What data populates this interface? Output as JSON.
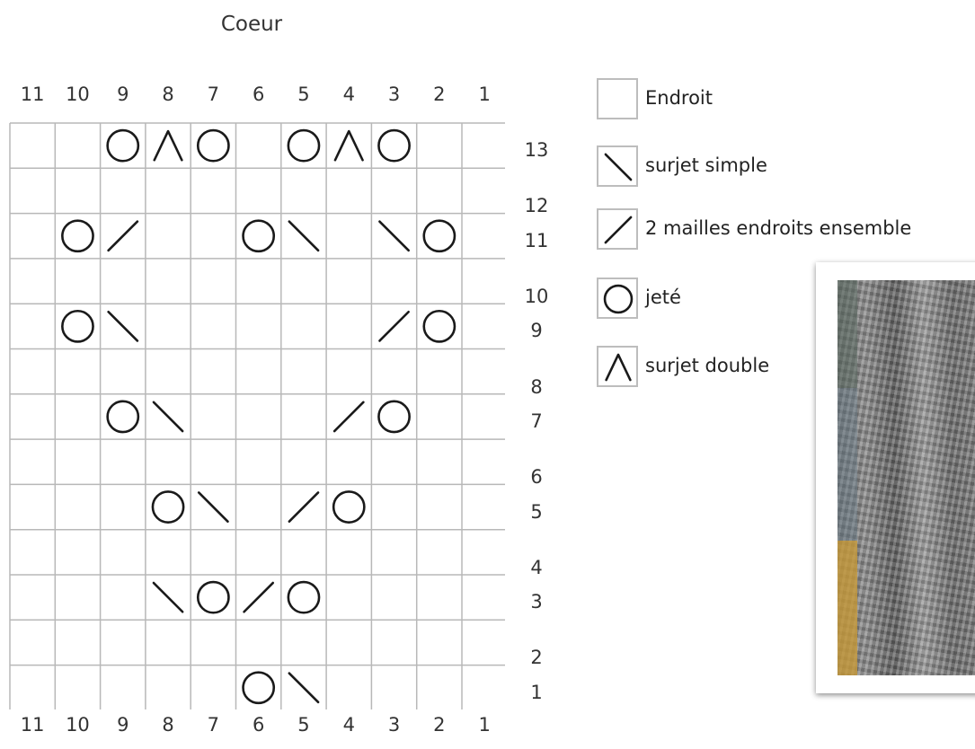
{
  "title": "Coeur",
  "columns": [
    "11",
    "10",
    "9",
    "8",
    "7",
    "6",
    "5",
    "4",
    "3",
    "2",
    "1"
  ],
  "rows": [
    "13",
    "12",
    "11",
    "10",
    "9",
    "8",
    "7",
    "6",
    "5",
    "4",
    "3",
    "2",
    "1"
  ],
  "symbols": {
    "13": {
      "9": "jete",
      "8": "surjet_double",
      "7": "jete",
      "5": "jete",
      "4": "surjet_double",
      "3": "jete"
    },
    "11": {
      "10": "jete",
      "9": "k2tog",
      "6": "jete",
      "5": "ssk",
      "3": "ssk",
      "2": "jete"
    },
    "9": {
      "10": "jete",
      "9": "ssk",
      "3": "k2tog",
      "2": "jete"
    },
    "7": {
      "9": "jete",
      "8": "ssk",
      "4": "k2tog",
      "3": "jete"
    },
    "5": {
      "8": "jete",
      "7": "ssk",
      "5": "k2tog",
      "4": "jete"
    },
    "3": {
      "8": "ssk",
      "7": "jete",
      "6": "k2tog",
      "5": "jete"
    },
    "1": {
      "6": "jete",
      "5": "ssk"
    }
  },
  "legend": [
    {
      "symbol": "empty",
      "label": "Endroit"
    },
    {
      "symbol": "ssk",
      "label": "surjet simple"
    },
    {
      "symbol": "k2tog",
      "label": "2 mailles endroits ensemble"
    },
    {
      "symbol": "jete",
      "label": "jeté"
    },
    {
      "symbol": "surjet_double",
      "label": "surjet double"
    }
  ],
  "colors": {
    "grid": "#b8b8b8",
    "symbol": "#1a1a1a",
    "text": "#333333"
  }
}
